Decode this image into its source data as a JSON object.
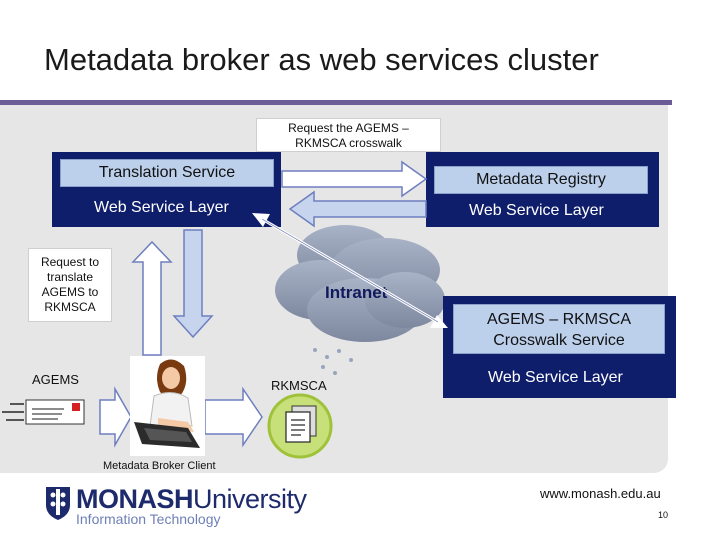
{
  "slide": {
    "title": "Metadata broker as web services cluster",
    "footer_url": "www.monash.edu.au",
    "page_number": "10"
  },
  "notes": {
    "crosswalk_request_line1": "Request the AGEMS –",
    "crosswalk_request_line2": "RKMSCA crosswalk",
    "translate_request_line1": "Request to",
    "translate_request_line2": "translate",
    "translate_request_line3": "AGEMS to",
    "translate_request_line4": "RKMSCA"
  },
  "left_service": {
    "title": "Translation Service",
    "layer": "Web Service Layer"
  },
  "registry": {
    "title": "Metadata Registry",
    "layer": "Web Service Layer"
  },
  "crosswalk": {
    "title_line1": "AGEMS – RKMSCA",
    "title_line2": "Crosswalk Service",
    "layer": "Web Service Layer"
  },
  "cloud": {
    "label": "Intranet"
  },
  "labels": {
    "agems": "AGEMS",
    "rkmsca": "RKMSCA",
    "client": "Metadata Broker Client"
  },
  "logo": {
    "main_bold": "MONASH",
    "main_regular": "University",
    "sub": "Information Technology"
  },
  "colors": {
    "navy": "#0f1e6b",
    "light_blue": "#bcd0ec",
    "accent_purple": "#6b5b96"
  }
}
